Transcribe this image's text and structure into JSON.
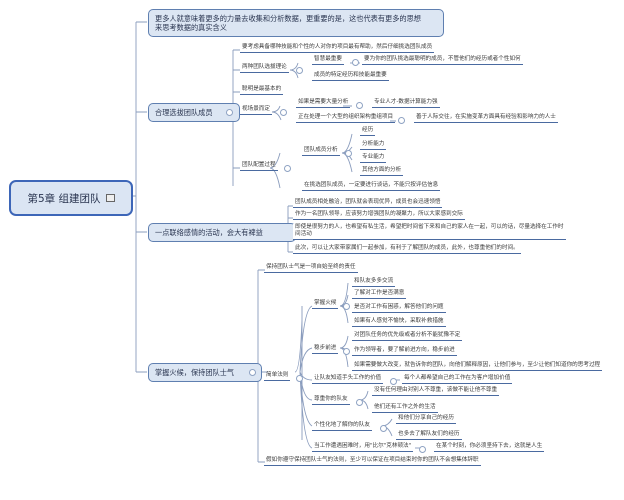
{
  "root": {
    "label": "第5章 组建团队",
    "icon": "note-icon"
  },
  "branches": [
    {
      "label": "更多人就意味着更多的力量去收集和分析数据，更重要的是，这也代表有更多的思想",
      "label_line2": "来思考数据的真实含义"
    },
    {
      "label": "合理选拔团队成员",
      "children": [
        {
          "label": "要考虑具备哪种技能和个性的人对你的项目最有帮助，然后仔细挑选团队成员"
        },
        {
          "label": "两种团队选拔理论",
          "children": [
            {
              "label": "智慧最重要",
              "children": [
                {
                  "label": "要为你的团队挑选最聪明的成员，不管他们的经历或者个性如何"
                }
              ]
            },
            {
              "label": "成员的特定经历和技能最重要"
            }
          ]
        },
        {
          "label": "聪明是最基本的"
        },
        {
          "label": "视场景而定",
          "children": [
            {
              "label": "如果是需要大量分析",
              "children": [
                {
                  "label": "专业人才-数据计算能力强"
                }
              ]
            },
            {
              "label": "正在处理一个大型的组织架构重组项目",
              "children": [
                {
                  "label": "善于人际交往，在实施变革方面具有经验和影响力的人士"
                }
              ]
            }
          ]
        },
        {
          "label": "团队配置过程",
          "children": [
            {
              "label": "团队成员分析",
              "children": [
                {
                  "label": "经历"
                },
                {
                  "label": "分析能力"
                },
                {
                  "label": "专业能力"
                },
                {
                  "label": "其他方面的分析"
                }
              ]
            },
            {
              "label": "在挑选团队成员，一定要进行谈话，不能只按评估信息"
            }
          ]
        }
      ]
    },
    {
      "label": "一点联络感情的活动，会大有裨益",
      "children": [
        {
          "label": "团队成员相处融洽，团队就会表现优异，成员也会迅速领悟"
        },
        {
          "label": "作为一名团队领导，应该努力增强团队的凝聚力，所以大家感到交际"
        },
        {
          "label": "即使是很努力的人，也希望有私生活，希望把时间省下来和自己的家人在一起，可以的话，尽量选择在工作时",
          "label_line2": "间活动"
        },
        {
          "label": "此次，可以让大家带家属们一起参加，有利于了解团队的成员，此外，也尊重他们的时间。"
        }
      ]
    },
    {
      "label": "掌握火候，保持团队士气",
      "children": [
        {
          "label": "保持团队士气是一项自始至终的责任"
        },
        {
          "label": "简单法则",
          "children": [
            {
              "label": "掌握火候",
              "children": [
                {
                  "label": "和队友多多交流"
                },
                {
                  "label": "了解对工作是否满意"
                },
                {
                  "label": "是否对工作有困惑，解答他们的问题"
                },
                {
                  "label": "如果有人感觉不愉快，采取补救措施"
                }
              ]
            },
            {
              "label": "稳步前进",
              "children": [
                {
                  "label": "对团队任务的优先级或者分析不能犹豫不定"
                },
                {
                  "label": "作为领导者，要了解前进方向，稳步前进"
                },
                {
                  "label": "如果需要做大改变，就告诉你的团队，向他们解释原因，让他们参与，至少让他们知道你的思考过程"
                }
              ]
            },
            {
              "label": "让队友知道手头工作的价值",
              "children": [
                {
                  "label": "每个人都希望自己的工作在为客户增加价值"
                }
              ]
            },
            {
              "label": "尊重你的队友",
              "children": [
                {
                  "label": "没有任何理由对别人不尊重，该做不能让他不尊重"
                },
                {
                  "label": "他们还有工作之外的生活"
                }
              ]
            },
            {
              "label": "个性化地了解你的队友",
              "children": [
                {
                  "label": "和他们分享自己的经历"
                },
                {
                  "label": "也多去了解队友们的经历"
                }
              ]
            },
            {
              "label": "当工作遭遇困难时，用\"比尔\"克林顿法\"",
              "children": [
                {
                  "label": "在某个时刻，你必须坚持下去，这就是人生"
                }
              ]
            }
          ]
        },
        {
          "label": "假如你遵守保持团队士气的法则，至少可以保证在项目结束时你的团队不会想集体辞职"
        }
      ]
    }
  ],
  "colors": {
    "line": "#8a9cbd",
    "underline": "#4a6aa0",
    "box_bg": "#dce6f3",
    "box_border": "#5f7fb0",
    "root_border": "#3d66b8"
  }
}
